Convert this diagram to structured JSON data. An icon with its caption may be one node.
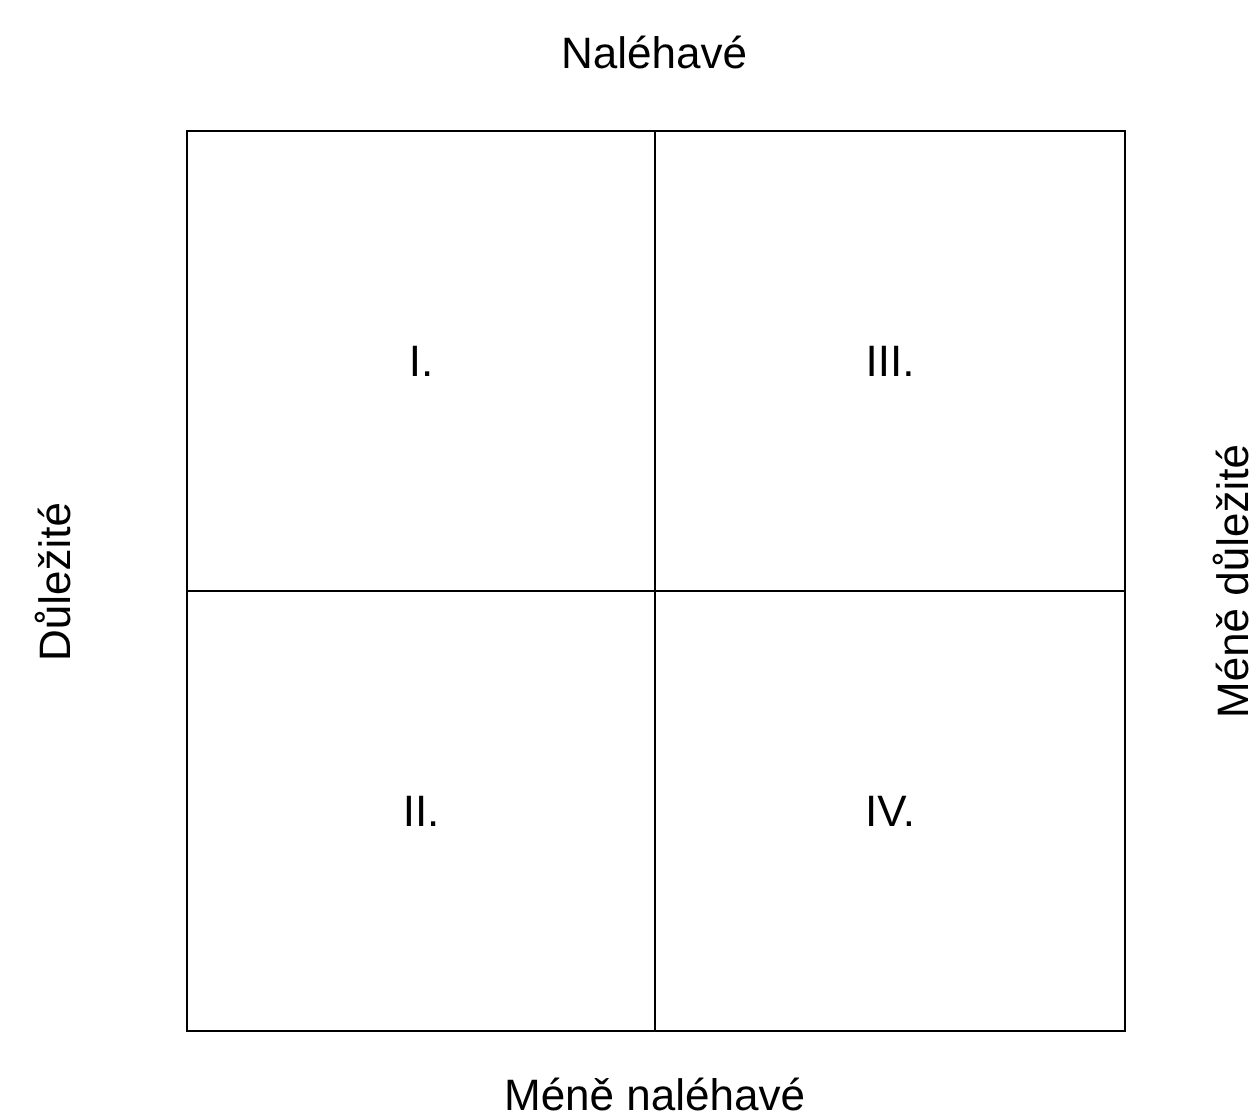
{
  "diagram": {
    "nodes": [
      {
        "text": [
          "I."
        ]
      },
      {
        "text": [
          "III."
        ]
      },
      {
        "text": [
          "II."
        ]
      },
      {
        "text": [
          "IV."
        ]
      }
    ],
    "edges": [],
    "labels": [
      "Naléhavé",
      "Důležité",
      "Méně důležité",
      "Méně naléhavé"
    ]
  }
}
